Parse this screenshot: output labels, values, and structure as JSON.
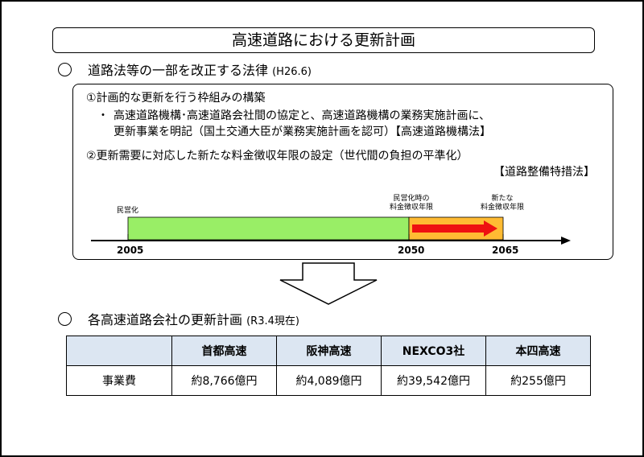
{
  "title": "高速道路における更新計画",
  "section1": {
    "text": "道路法等の一部を改正する法律",
    "note": "(H26.6)"
  },
  "box": {
    "item1_title": "①計画的な更新を行う枠組みの構築",
    "item1_bullet": "・",
    "item1_line1": "高速道路機構･高速道路会社間の協定と、高速道路機構の業務実施計画に、",
    "item1_line2": "更新事業を明記（国土交通大臣が業務実施計画を認可）【高速道路機構法】",
    "item2_title": "②更新需要に対応した新たな料金徴収年限の設定（世代間の負担の平準化）",
    "item2_law": "【道路整備特措法】"
  },
  "timeline": {
    "label_start": "民営化",
    "label_mid_1": "民営化時の",
    "label_mid_2": "料金徴収年限",
    "label_end_1": "新たな",
    "label_end_2": "料金徴収年限",
    "years": [
      "2005",
      "2050",
      "2065"
    ],
    "colors": {
      "green": "#99ee66",
      "orange": "#ffbb33",
      "arrow": "#ee1111"
    }
  },
  "section2": {
    "text": "各高速道路会社の更新計画",
    "note": "(R3.4現在)"
  },
  "table": {
    "headers": [
      "",
      "首都高速",
      "阪神高速",
      "NEXCO3社",
      "本四高速"
    ],
    "row_label": "事業費",
    "values": [
      "約8,766億円",
      "約4,089億円",
      "約39,542億円",
      "約255億円"
    ]
  }
}
